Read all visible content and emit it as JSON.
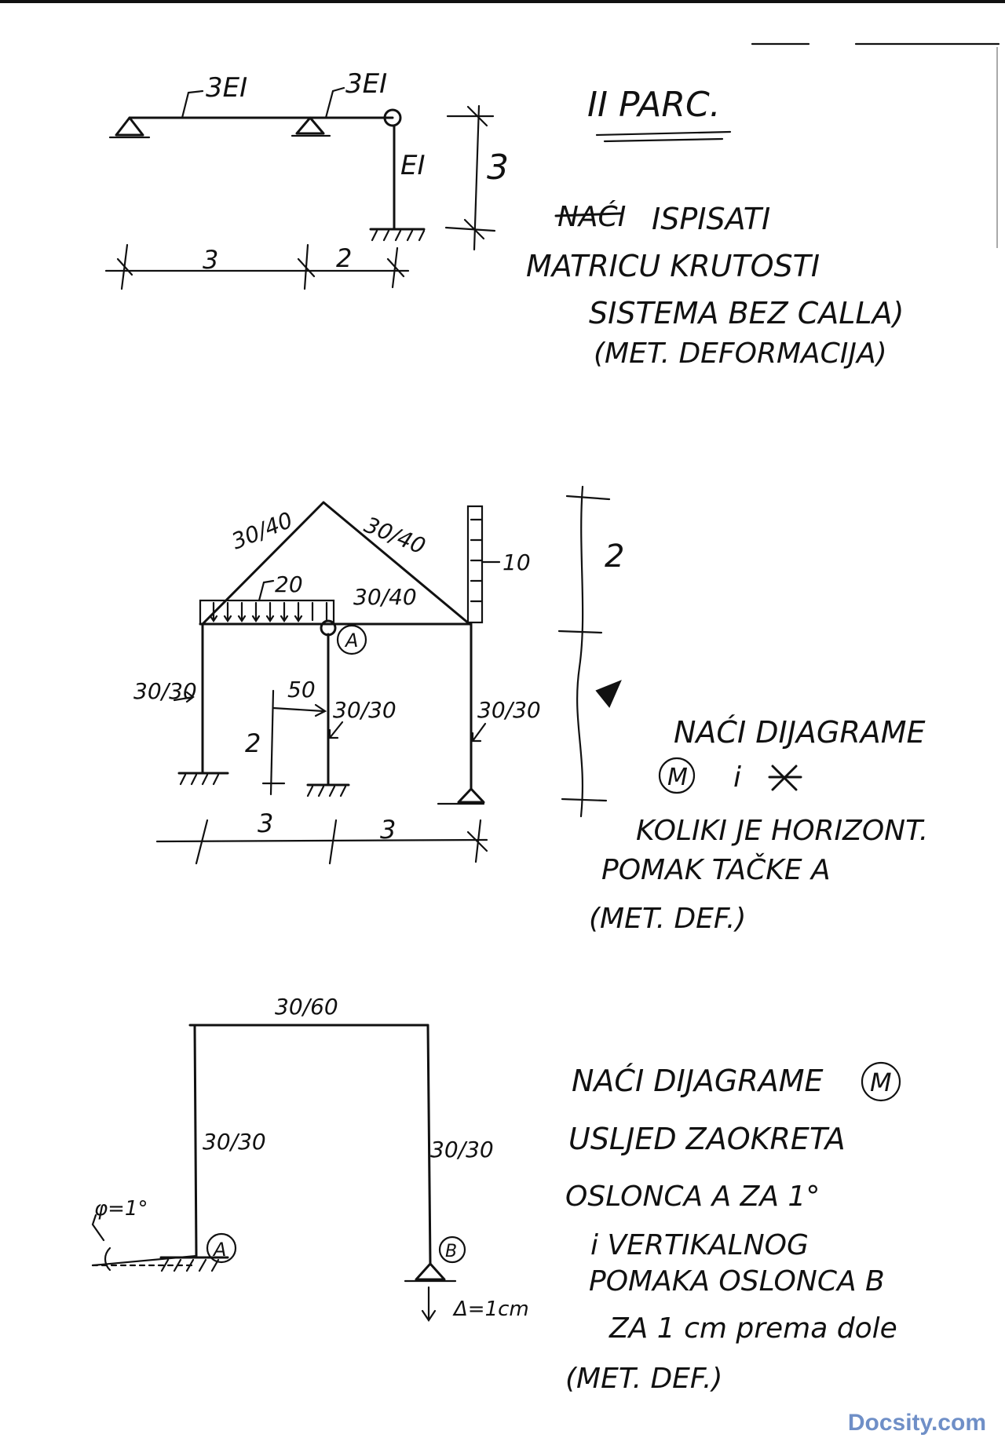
{
  "heading": "II PARC.",
  "problem1": {
    "labels": {
      "beam_left": "3EI",
      "beam_right": "3EI",
      "column": "EI"
    },
    "dimensions": {
      "height": "3",
      "span_left": "3",
      "span_right": "2"
    },
    "text_lines": [
      "ISPISATI",
      "MATRICU KRUTOSTI",
      "SISTEMA BEZ CALLA)",
      "(MET. DEFORMACIJA)"
    ],
    "crossed_word": "NAĆI"
  },
  "problem2": {
    "labels": {
      "rafter_left": "30/40",
      "rafter_right": "30/40",
      "tie": "30/40",
      "udl": "20",
      "lateral_load": "10",
      "point_load": "50",
      "col_left": "30/30",
      "col_mid": "30/30",
      "col_right": "30/30",
      "node_a": "A"
    },
    "dimensions": {
      "top_height": "2",
      "load_height": "2",
      "span_left": "3",
      "span_right": "3"
    },
    "text_lines": [
      "NAĆI DIJAGRAME",
      "i",
      "KOLIKI JE HORIZONT.",
      "POMAK TAČKE A",
      "(MET. DEF.)"
    ],
    "m_symbol": "M"
  },
  "problem3": {
    "labels": {
      "beam": "30/60",
      "col_left": "30/30",
      "col_right": "30/30",
      "rotation": "φ=1°",
      "support_a": "A",
      "support_b": "B",
      "settlement": "Δ=1cm"
    },
    "text_lines": [
      "NAĆI DIJAGRAME",
      "USLJED ZAOKRETA",
      "OSLONCA A ZA 1°",
      "i VERTIKALNOG",
      "POMAKA OSLONCA B",
      "ZA 1 cm prema dole",
      "(MET. DEF.)"
    ],
    "m_symbol": "M"
  },
  "watermark": "Docsity.com"
}
